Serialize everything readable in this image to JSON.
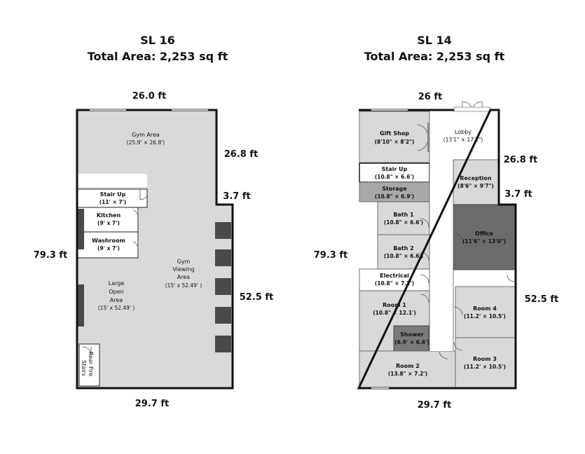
{
  "left_plan": {
    "name": "SL 16",
    "area": "Total Area: 2,253 sq ft",
    "dims": {
      "top": "26.0 ft",
      "right_upper": "26.8 ft",
      "notch": "3.7 ft",
      "right_lower": "52.5 ft",
      "left": "79.3 ft",
      "bottom": "29.7 ft"
    },
    "rooms": {
      "gym_area": {
        "name": "Gym Area",
        "size": "(25.9' × 26.8')"
      },
      "stair_up": {
        "name": "Stair Up",
        "size": "(11' × 7')"
      },
      "kitchen": {
        "name": "Kitchen",
        "size": "(9' x 7')"
      },
      "washroom": {
        "name": "Washroom",
        "size": "(9' x 7')"
      },
      "gym_viewing": {
        "line1": "Gym",
        "line2": "Viewing",
        "line3": "Area",
        "size": "(15' x 52.49' )"
      },
      "large_open": {
        "line1": "Large",
        "line2": "Open",
        "line3": "Area",
        "size": "(15' x 52.49' )"
      },
      "rear_stairs": {
        "line1": "Rear Fire",
        "line2": "Stairs"
      }
    }
  },
  "right_plan": {
    "name": "SL 14",
    "area": "Total Area: 2,253 sq ft",
    "dims": {
      "top": "26 ft",
      "right_upper": "26.8 ft",
      "notch": "3.7 ft",
      "right_lower": "52.5 ft",
      "left": "79.3 ft",
      "bottom": "29.7 ft"
    },
    "rooms": {
      "gift_shop": {
        "name": "Gift Shop",
        "size": "(8'10\" × 8'2\")"
      },
      "lobby": {
        "name": "Lobby",
        "size": "(13'1\" × 17'1\")"
      },
      "stair_up": {
        "name": "Stair Up",
        "size": "(10.8\" × 6.6')"
      },
      "storage": {
        "name": "Storage",
        "size": "(10.8\" × 6.9')"
      },
      "reception": {
        "name": "Reception",
        "size": "(8'6\" × 9'7\")"
      },
      "bath1": {
        "name": "Bath 1",
        "size": "(10.8\" × 6.6')"
      },
      "bath2": {
        "name": "Bath 2",
        "size": "(10.8\" × 6.6')"
      },
      "office": {
        "name": "Office",
        "size": "(11'6\" × 13'0\")"
      },
      "electrical": {
        "name": "Electrical",
        "size": "(10.8\" × 7.2')"
      },
      "room1": {
        "name": "Room 1",
        "size": "(10.8\" × 12.1')"
      },
      "room4": {
        "name": "Room 4",
        "size": "(11.2' × 10.5')"
      },
      "shower": {
        "name": "Shower",
        "size": "(6.9' × 6.6')"
      },
      "room2": {
        "name": "Room 2",
        "size": "(13.8\" × 7.2')"
      },
      "room3": {
        "name": "Room 3",
        "size": "(11.2' × 10.5')"
      }
    }
  }
}
